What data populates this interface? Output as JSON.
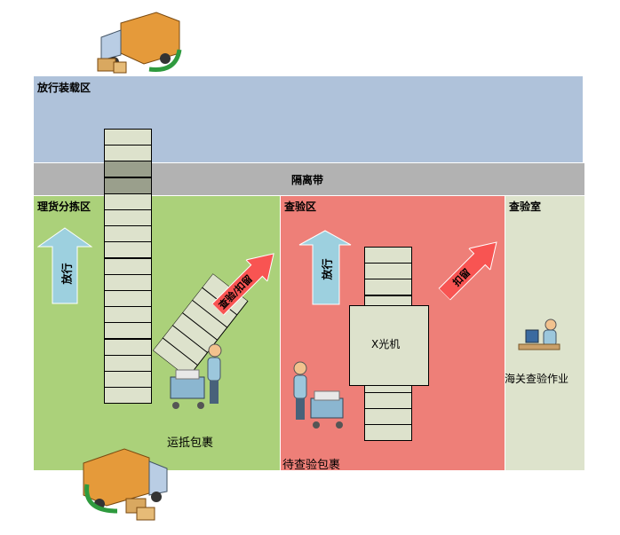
{
  "zones": {
    "release_loading": "放行装载区",
    "isolation": "隔离带",
    "sorting": "理货分拣区",
    "inspection": "查验区",
    "inspection_room": "查验室"
  },
  "arrows": {
    "release_left": "放行",
    "inspect_hold": "查验/扣留",
    "release_right": "放行",
    "hold": "扣留"
  },
  "labels": {
    "xray": "X光机",
    "arrived_parcels": "运抵包裹",
    "pending_parcels": "待查验包裹",
    "customs_work": "海关查验作业"
  },
  "colors": {
    "release": "#afc2da",
    "isolation": "#b2b2b2",
    "sorting": "#abd17a",
    "inspection": "#ee7f78",
    "room": "#dde3cc"
  }
}
